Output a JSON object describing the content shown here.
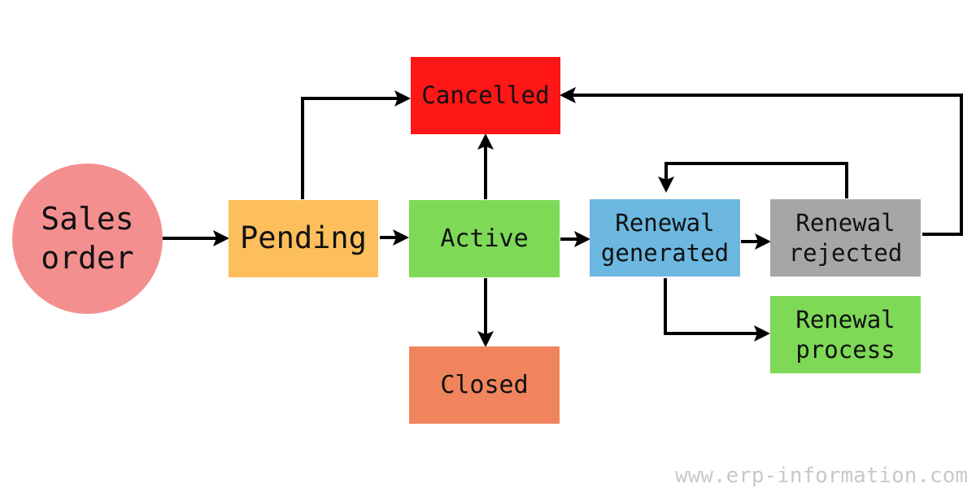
{
  "nodes": {
    "sales_order": {
      "line1": "Sales",
      "line2": "order",
      "color": "#f48f8f"
    },
    "pending": {
      "label": "Pending",
      "color": "#fdbe5c"
    },
    "active": {
      "label": "Active",
      "color": "#7ed957"
    },
    "cancelled": {
      "label": "Cancelled",
      "color": "#ff1616"
    },
    "closed": {
      "label": "Closed",
      "color": "#f0855d"
    },
    "renewal_generated": {
      "line1": "Renewal",
      "line2": "generated",
      "color": "#6cb8e0"
    },
    "renewal_rejected": {
      "line1": "Renewal",
      "line2": "rejected",
      "color": "#a6a6a6"
    },
    "renewal_process": {
      "line1": "Renewal",
      "line2": "process",
      "color": "#7ed957"
    }
  },
  "watermark": "www.erp-information.com",
  "arrow_color": "#000000"
}
